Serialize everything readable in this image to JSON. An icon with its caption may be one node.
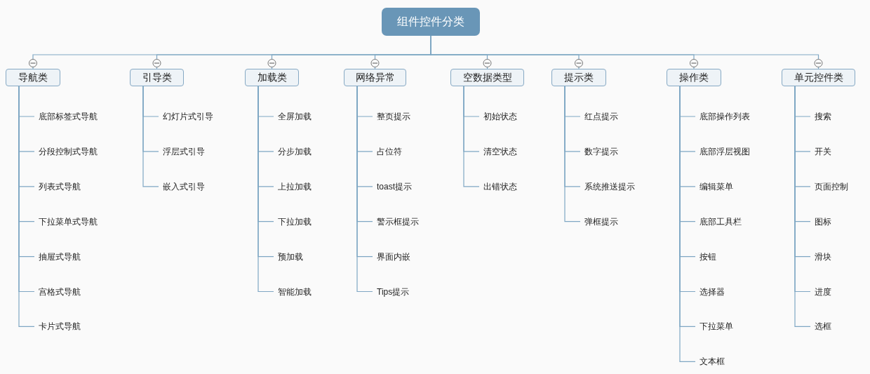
{
  "diagram": {
    "nodes": [
      {
        "text": [
          "组件控件分类"
        ]
      },
      {
        "text": [
          "导航类"
        ]
      },
      {
        "text": [
          "底部标签式导航"
        ]
      },
      {
        "text": [
          "分段控制式导航"
        ]
      },
      {
        "text": [
          "列表式导航"
        ]
      },
      {
        "text": [
          "下拉菜单式导航"
        ]
      },
      {
        "text": [
          "抽屉式导航"
        ]
      },
      {
        "text": [
          "宫格式导航"
        ]
      },
      {
        "text": [
          "卡片式导航"
        ]
      },
      {
        "text": [
          "引导类"
        ]
      },
      {
        "text": [
          "幻灯片式引导"
        ]
      },
      {
        "text": [
          "浮层式引导"
        ]
      },
      {
        "text": [
          "嵌入式引导"
        ]
      },
      {
        "text": [
          "加载类"
        ]
      },
      {
        "text": [
          "全屏加载"
        ]
      },
      {
        "text": [
          "分步加载"
        ]
      },
      {
        "text": [
          "上拉加载"
        ]
      },
      {
        "text": [
          "下拉加载"
        ]
      },
      {
        "text": [
          "预加载"
        ]
      },
      {
        "text": [
          "智能加载"
        ]
      },
      {
        "text": [
          "网络异常"
        ]
      },
      {
        "text": [
          "整页提示"
        ]
      },
      {
        "text": [
          "占位符"
        ]
      },
      {
        "text": [
          "toast提示"
        ]
      },
      {
        "text": [
          "警示框提示"
        ]
      },
      {
        "text": [
          "界面内嵌"
        ]
      },
      {
        "text": [
          "Tips提示"
        ]
      },
      {
        "text": [
          "空数据类型"
        ]
      },
      {
        "text": [
          "初始状态"
        ]
      },
      {
        "text": [
          "清空状态"
        ]
      },
      {
        "text": [
          "出错状态"
        ]
      },
      {
        "text": [
          "提示类"
        ]
      },
      {
        "text": [
          "红点提示"
        ]
      },
      {
        "text": [
          "数字提示"
        ]
      },
      {
        "text": [
          "系统推送提示"
        ]
      },
      {
        "text": [
          "弹框提示"
        ]
      },
      {
        "text": [
          "操作类"
        ]
      },
      {
        "text": [
          "底部操作列表"
        ]
      },
      {
        "text": [
          "底部浮层视图"
        ]
      },
      {
        "text": [
          "编辑菜单"
        ]
      },
      {
        "text": [
          "底部工具栏"
        ]
      },
      {
        "text": [
          "按钮"
        ]
      },
      {
        "text": [
          "选择器"
        ]
      },
      {
        "text": [
          "下拉菜单"
        ]
      },
      {
        "text": [
          "文本框"
        ]
      },
      {
        "text": [
          "单元控件类"
        ]
      },
      {
        "text": [
          "搜索"
        ]
      },
      {
        "text": [
          "开关"
        ]
      },
      {
        "text": [
          "页面控制"
        ]
      },
      {
        "text": [
          "图标"
        ]
      },
      {
        "text": [
          "滑块"
        ]
      },
      {
        "text": [
          "进度"
        ]
      },
      {
        "text": [
          "选框"
        ]
      }
    ],
    "edges": [
      {
        "from": 0,
        "to": 1,
        "arrow": "none"
      },
      {
        "from": 0,
        "to": 9,
        "arrow": "none"
      },
      {
        "from": 0,
        "to": 13,
        "arrow": "none"
      },
      {
        "from": 0,
        "to": 20,
        "arrow": "none"
      },
      {
        "from": 0,
        "to": 27,
        "arrow": "none"
      },
      {
        "from": 0,
        "to": 31,
        "arrow": "none"
      },
      {
        "from": 0,
        "to": 36,
        "arrow": "none"
      },
      {
        "from": 0,
        "to": 45,
        "arrow": "none"
      },
      {
        "from": 1,
        "to": 2,
        "arrow": "none"
      },
      {
        "from": 1,
        "to": 3,
        "arrow": "none"
      },
      {
        "from": 1,
        "to": 4,
        "arrow": "none"
      },
      {
        "from": 1,
        "to": 5,
        "arrow": "none"
      },
      {
        "from": 1,
        "to": 6,
        "arrow": "none"
      },
      {
        "from": 1,
        "to": 7,
        "arrow": "none"
      },
      {
        "from": 1,
        "to": 8,
        "arrow": "none"
      },
      {
        "from": 9,
        "to": 10,
        "arrow": "none"
      },
      {
        "from": 9,
        "to": 11,
        "arrow": "none"
      },
      {
        "from": 9,
        "to": 12,
        "arrow": "none"
      },
      {
        "from": 13,
        "to": 14,
        "arrow": "none"
      },
      {
        "from": 13,
        "to": 15,
        "arrow": "none"
      },
      {
        "from": 13,
        "to": 16,
        "arrow": "none"
      },
      {
        "from": 13,
        "to": 17,
        "arrow": "none"
      },
      {
        "from": 13,
        "to": 18,
        "arrow": "none"
      },
      {
        "from": 13,
        "to": 19,
        "arrow": "none"
      },
      {
        "from": 20,
        "to": 21,
        "arrow": "none"
      },
      {
        "from": 20,
        "to": 22,
        "arrow": "none"
      },
      {
        "from": 20,
        "to": 23,
        "arrow": "none"
      },
      {
        "from": 20,
        "to": 24,
        "arrow": "none"
      },
      {
        "from": 20,
        "to": 25,
        "arrow": "none"
      },
      {
        "from": 20,
        "to": 26,
        "arrow": "none"
      },
      {
        "from": 27,
        "to": 28,
        "arrow": "none"
      },
      {
        "from": 27,
        "to": 29,
        "arrow": "none"
      },
      {
        "from": 27,
        "to": 30,
        "arrow": "none"
      },
      {
        "from": 31,
        "to": 32,
        "arrow": "none"
      },
      {
        "from": 31,
        "to": 33,
        "arrow": "none"
      },
      {
        "from": 31,
        "to": 34,
        "arrow": "none"
      },
      {
        "from": 31,
        "to": 35,
        "arrow": "none"
      },
      {
        "from": 36,
        "to": 37,
        "arrow": "none"
      },
      {
        "from": 36,
        "to": 38,
        "arrow": "none"
      },
      {
        "from": 36,
        "to": 39,
        "arrow": "none"
      },
      {
        "from": 36,
        "to": 40,
        "arrow": "none"
      },
      {
        "from": 36,
        "to": 41,
        "arrow": "none"
      },
      {
        "from": 36,
        "to": 42,
        "arrow": "none"
      },
      {
        "from": 36,
        "to": 43,
        "arrow": "none"
      },
      {
        "from": 36,
        "to": 44,
        "arrow": "none"
      },
      {
        "from": 45,
        "to": 46,
        "arrow": "none"
      },
      {
        "from": 45,
        "to": 47,
        "arrow": "none"
      },
      {
        "from": 45,
        "to": 48,
        "arrow": "none"
      },
      {
        "from": 45,
        "to": 49,
        "arrow": "none"
      },
      {
        "from": 45,
        "to": 50,
        "arrow": "none"
      },
      {
        "from": 45,
        "to": 51,
        "arrow": "none"
      },
      {
        "from": 45,
        "to": 52,
        "arrow": "none"
      }
    ]
  }
}
